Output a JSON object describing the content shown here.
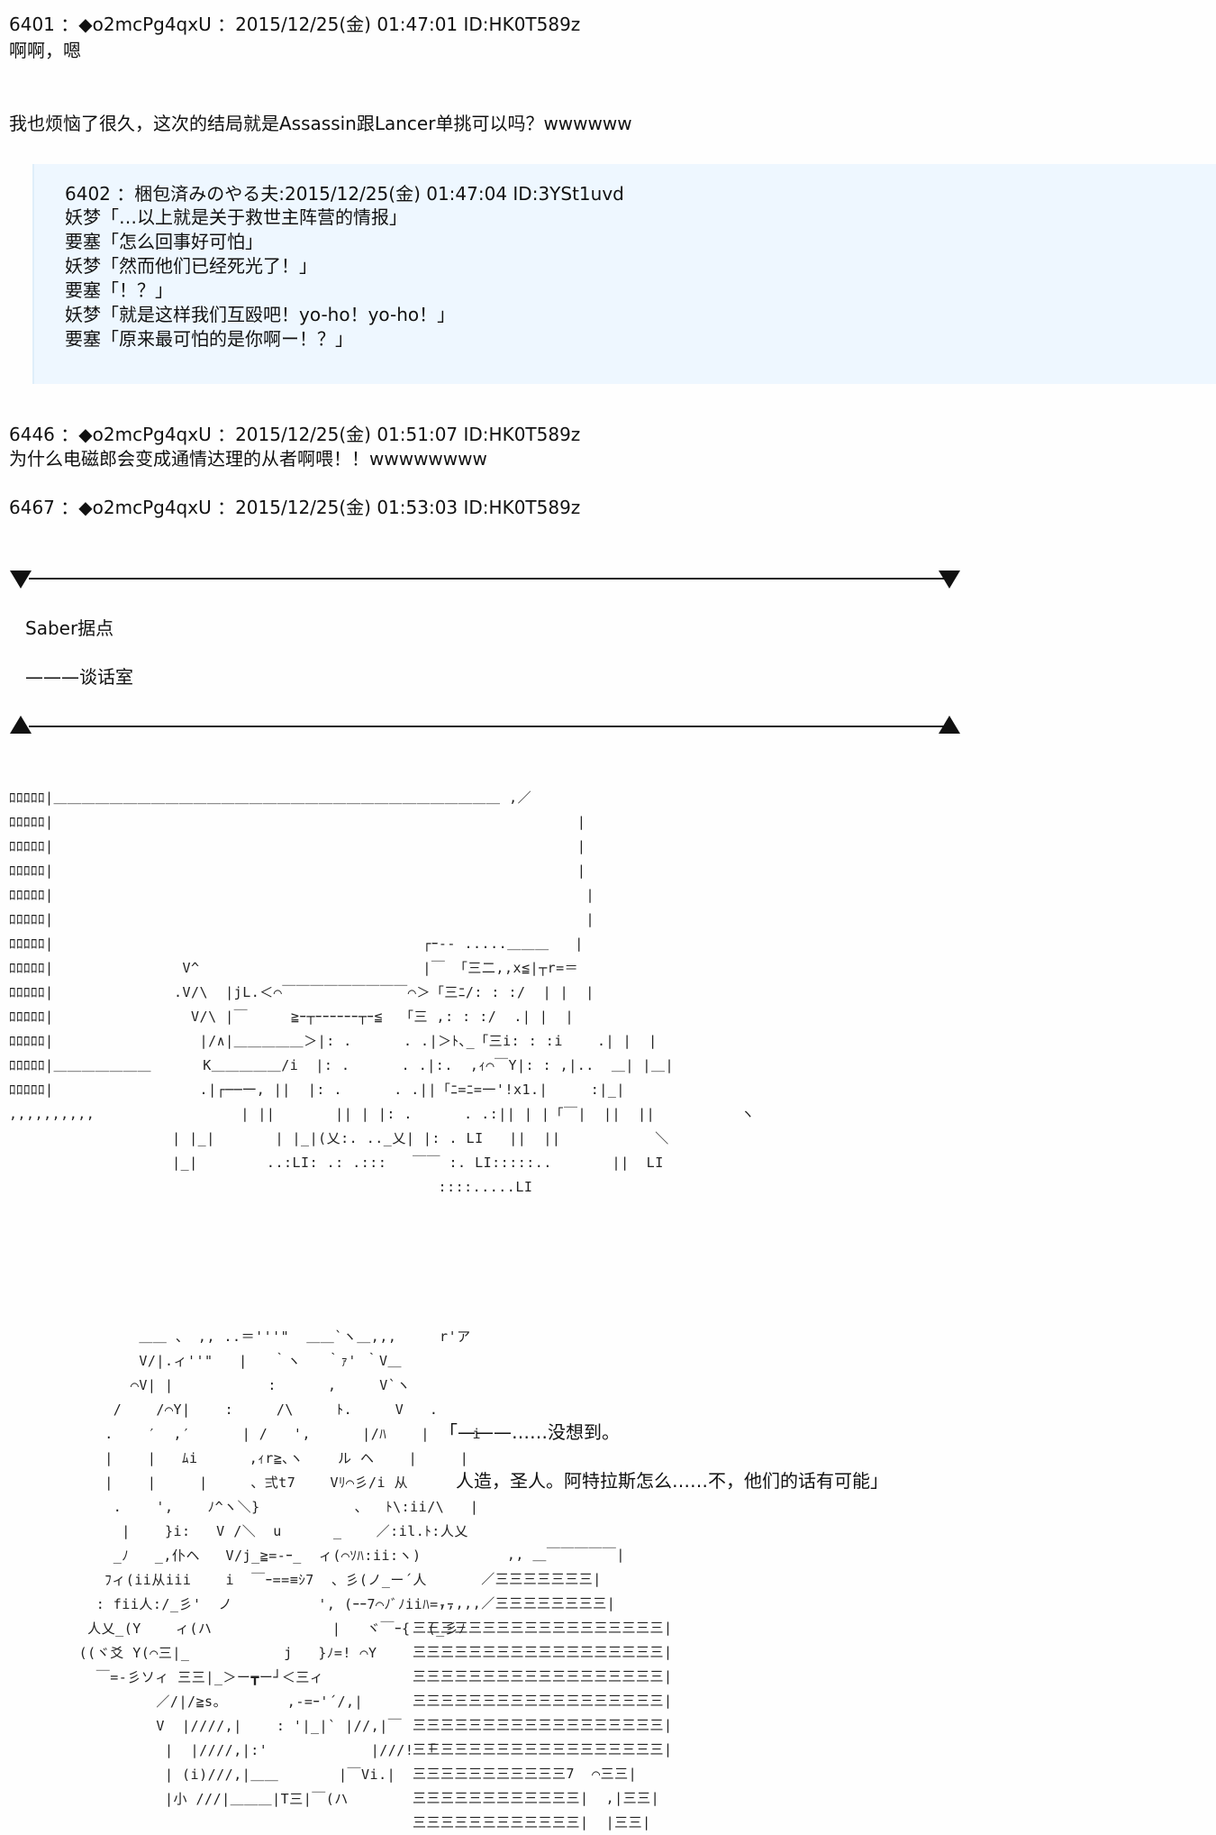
{
  "posts": [
    {
      "header": "6401 ：◆o2mcPg4qxU ：2015/12/25(金) 01:47:01 ID:HK0T589z",
      "lines": [
        "啊啊，嗯",
        "",
        "我也烦恼了很久，这次的结局就是Assassin跟Lancer单挑可以吗？wwwwww"
      ]
    },
    {
      "header": "6446 ：◆o2mcPg4qxU ：2015/12/25(金) 01:51:07 ID:HK0T589z",
      "lines": [
        "为什么电磁郎会变成通情达理的从者啊喂！！wwwwwwww"
      ]
    },
    {
      "header": "6467 ：◆o2mcPg4qxU ：2015/12/25(金) 01:53:03 ID:HK0T589z",
      "lines": []
    }
  ],
  "quote": {
    "header": "6402 ：梱包済みのやる夫:2015/12/25(金) 01:47:04 ID:3YSt1uvd",
    "lines": [
      "妖梦「…以上就是关于救世主阵营的情报」",
      "要塞「怎么回事好可怕」",
      "妖梦「然而他们已经死光了！」",
      "要塞「！？」",
      "妖梦「就是这样我们互殴吧！yo-ho！yo-ho！」",
      "要塞「原来最可怕的是你啊ー！？」"
    ]
  },
  "scene": {
    "location": "Saber据点",
    "room": "———谈话室"
  },
  "art_room": "ﾛﾛﾛﾛﾛ|＿＿＿＿＿＿＿＿＿＿＿＿＿＿＿＿＿＿＿＿＿＿＿＿＿＿＿＿＿＿＿＿ ,／\nﾛﾛﾛﾛﾛ|                                                             |\nﾛﾛﾛﾛﾛ|                                                             |\nﾛﾛﾛﾛﾛ|                                                             |\nﾛﾛﾛﾛﾛ|                                                              |\nﾛﾛﾛﾛﾛ|                                                              |\nﾛﾛﾛﾛﾛ|                                           ┌ｰ-- .....＿＿＿   |\nﾛﾛﾛﾛﾛ|               V^                          |￣ 「三二,,x≦|┬r=＝\nﾛﾛﾛﾛﾛ|              .V/\\  |jL.＜⌒￣￣￣￣￣￣￣￣￣⌒＞「三ﾆ/: : :/  | |  |\nﾛﾛﾛﾛﾛ|                V/\\ |￣     ≧ｰ┬ｰｰｰｰｰｰ┬ｰ≦  「三 ,: : :/  .| |  |\nﾛﾛﾛﾛﾛ|                 |/∧|＿＿＿＿＿＞|: .      . .|＞ﾄ､_「三i: : :i    .| |  |\nﾛﾛﾛﾛﾛ|＿＿＿＿＿＿＿      K＿＿＿＿＿/i  |: .      . .|:.  ,ｨ⌒￣Y|: : ,|..  ＿| |＿|\nﾛﾛﾛﾛﾛ|                 .|┌──一, ||  |: .      . .||「ﾆ=ﾆ=一'!x1.|     :|_|\n,,,,,,,,,,                 | ||       || | |: .      . .:|| | |「￣|  ||  ||          ヽ\n                   | |_|       | |_|(乂:. .._乂| |: . LI   ||  ||           ＼\n                   |_|        ..:LI: .: .:::   ￣￣ :. LI:::::..       ||  LI\n                                                  ::::.....LI",
  "dialogue": {
    "line1": "「———……没想到。",
    "line2": "人造，圣人。阿特拉斯怎么……不，他们的话有可能」"
  },
  "art_figure": "            ＿＿ 、 ,, ..＝'''\"  ＿＿`ヽ＿,,,     r'ア\n            V/|.ィ''\"   |   ｀ヽ   ｀ｧ' ｀V＿\n           ⌒V| |           :      ,     V`ヽ\n         /    /⌒Y|    :     /\\     ﾄ.     V   .\n        .    ′  ,′      | /   ',      |/ﾊ    |     i\n        |    |   ﾑi      ,ｨr≧､ヽ    ル ヘ    |     |\n        |    |     |     、弍t7    Vﾘ⌒彡/i 从\n         .    ',    ﾉ^ヽ＼}           、  ﾄ\\:ii/\\   |\n          |    }i:   V /＼  u      _    ／:il.ﾄ:人乂\n         _ﾉ   _,仆ヘ   V/j_≧=-ｰ_  ィ(⌒ｿﾊ:ii:ヽ)\n        ﾌィ(ii从iii    i  ￣ｰ==≡ｼ7  、彡(ノ_ー´人\n       : fii人:/_彡'  ノ          ', (ｰｰ7⌒ﾉﾞﾉiiﾊ=-ｰ\n      人乂_(Y    ィ(ハ              |   ヾ￣ｰ{  (_彡ﾉ\n     ((ヾ爻 Y(⌒三|_           j   }ﾉ=! ⌒Y\n       ￣=-彡ソィ 三三|_＞ー┳ー┘＜三ィ\n              ／/|/≧s。       ,-=ｰ'´/,|\n              V  |////,|    : '|_|` |//,|￣\n               |  |////,|:'            |///! 「\n               | (i)///,|＿＿       |￣Vi.|\n               |小 ///|＿＿＿|T三|￣(ハ",
  "art_desk": "           ,, ＿￣￣￣￣￣|\n        ／三三三三三三三|\n   ,,,,,／三三三三三三三三|\n三三三三三三三三三三三三三三三三三三|\n三三三三三三三三三三三三三三三三三三|\n三三三三三三三三三三三三三三三三三三|\n三三三三三三三三三三三三三三三三三三|\n三三三三三三三三三三三三三三三三三三|\n三三三三三三三三三三三三三三三三三三|\n三三三三三三三三三三三7  ⌒三三|\n三三三三三三三三三三三三|  ,|三三|\n三三三三三三三三三三三三|  |三三|"
}
